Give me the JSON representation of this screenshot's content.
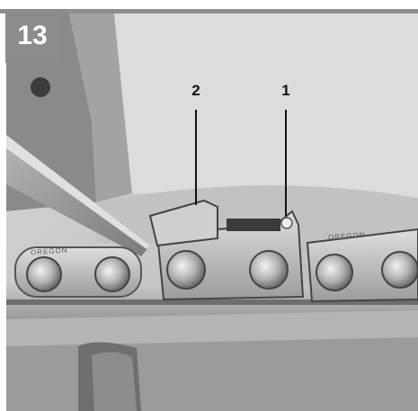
{
  "step_number": "13",
  "callouts": {
    "one": "1",
    "two": "2"
  },
  "chain_brand_text": "OREGON",
  "colors": {
    "badge_background": "#8c8c8c",
    "rule": "#8e8e8e",
    "background": "#ffffff"
  }
}
